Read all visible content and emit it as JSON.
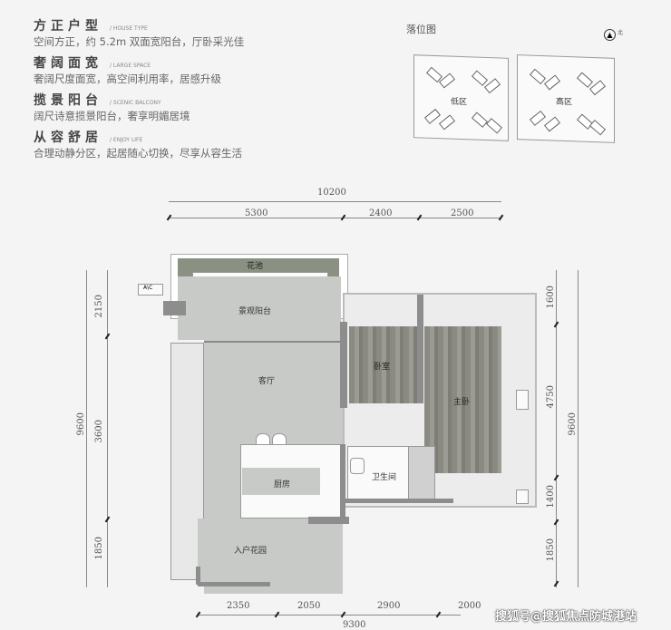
{
  "features": [
    {
      "title": "方正户型",
      "en": "/ HOUSE TYPE",
      "desc": "空间方正，约 5.2m 双面宽阳台，厅卧采光佳"
    },
    {
      "title": "奢阔面宽",
      "en": "/ LARGE SPACE",
      "desc": "奢阔尺度面宽，高空间利用率，居感升级"
    },
    {
      "title": "揽景阳台",
      "en": "/ SCENIC BALCONY",
      "desc": "阔尺诗意揽景阳台，奢享明媚居境"
    },
    {
      "title": "从容舒居",
      "en": "/ ENJOY LIFE",
      "desc": "合理动静分区，起居随心切换，尽享从容生活"
    }
  ],
  "site_plan": {
    "title": "落位图",
    "north": "北",
    "zones": [
      "低区",
      "高区"
    ]
  },
  "rooms": {
    "flower_bed": "花池",
    "ac": "A\\C",
    "balcony": "景观阳台",
    "living": "客厅",
    "bedroom": "卧室",
    "master": "主卧",
    "kitchen": "厨房",
    "bathroom": "卫生间",
    "entry_garden": "入户花园"
  },
  "dims": {
    "top_total": "10200",
    "top": [
      "5300",
      "2400",
      "2500"
    ],
    "bottom": [
      "2350",
      "2050",
      "2900",
      "2000"
    ],
    "bottom_total": "9300",
    "left": [
      "2150",
      "3600",
      "1850"
    ],
    "left_total": "9600",
    "right": [
      "1600",
      "4750",
      "1400",
      "1850"
    ],
    "right_total": "9600"
  },
  "watermark": "搜狐号@搜狐焦点防城港站"
}
